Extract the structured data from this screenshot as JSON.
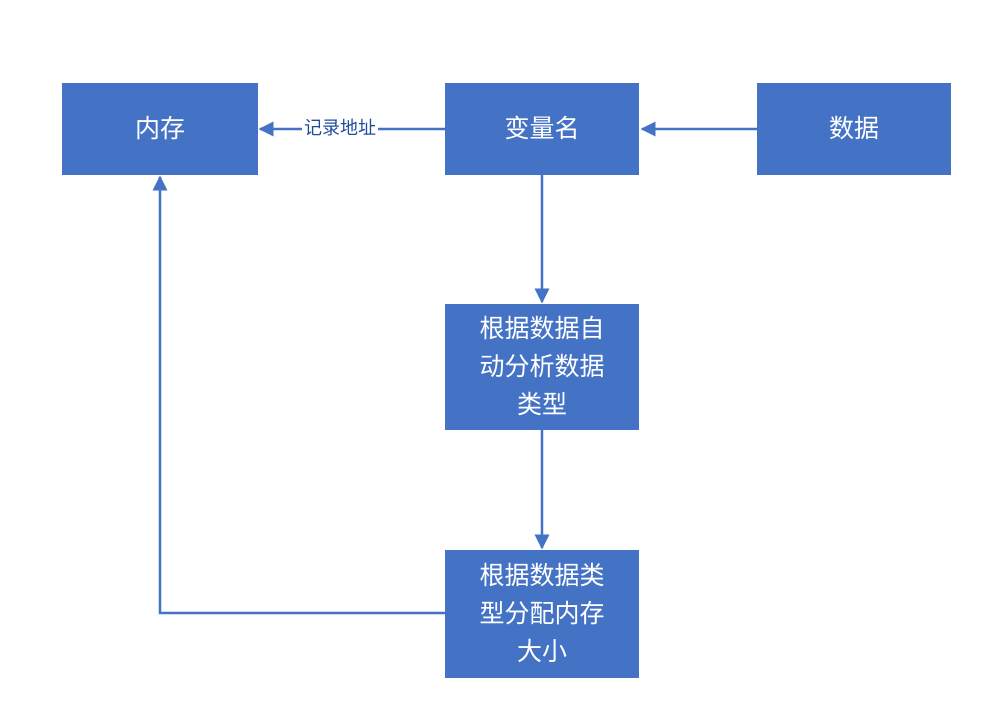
{
  "nodes": {
    "memory": "内存",
    "variable_name": "变量名",
    "data": "数据",
    "infer_type": "根据数据自\n动分析数据\n类型",
    "allocate": "根据数据类\n型分配内存\n大小"
  },
  "edges": {
    "record_address": "记录地址"
  },
  "colors": {
    "box_fill": "#4472c4",
    "box_text": "#ffffff",
    "connector": "#4472c4",
    "label_text": "#1f4e99"
  }
}
